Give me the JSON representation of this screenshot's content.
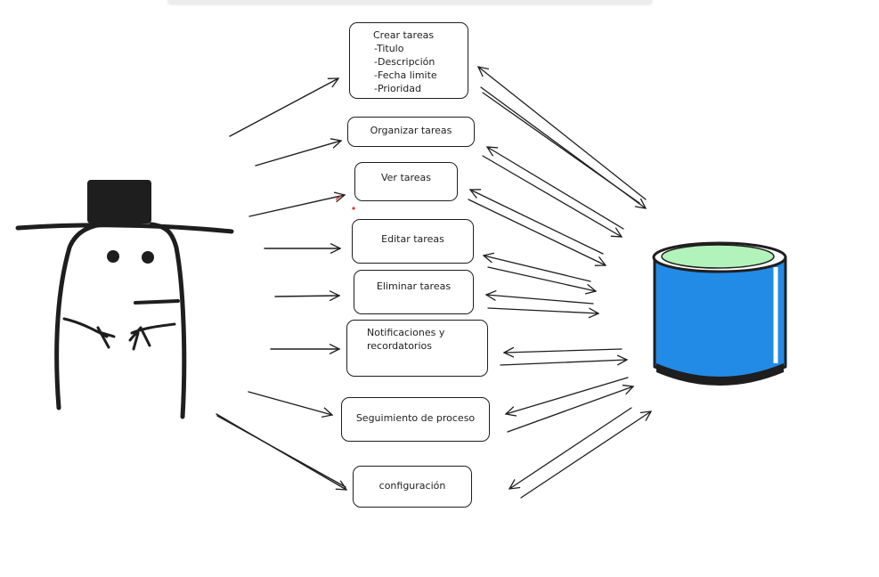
{
  "diagram": {
    "use_cases": {
      "crear": {
        "title": "Crear tareas",
        "fields": [
          "-Titulo",
          "-Descripción",
          "-Fecha limite",
          "-Prioridad"
        ]
      },
      "organizar": "Organizar tareas",
      "ver": "Ver tareas",
      "editar": "Editar tareas",
      "eliminar": "Eliminar tareas",
      "notificaciones": [
        "Notificaciones y",
        "recordatorios"
      ],
      "seguimiento": "Seguimiento de proceso",
      "configuracion": "configuración"
    },
    "colors": {
      "stroke": "#1e1e1e",
      "database_body": "#228be6",
      "database_top": "#b2f2bb"
    }
  }
}
